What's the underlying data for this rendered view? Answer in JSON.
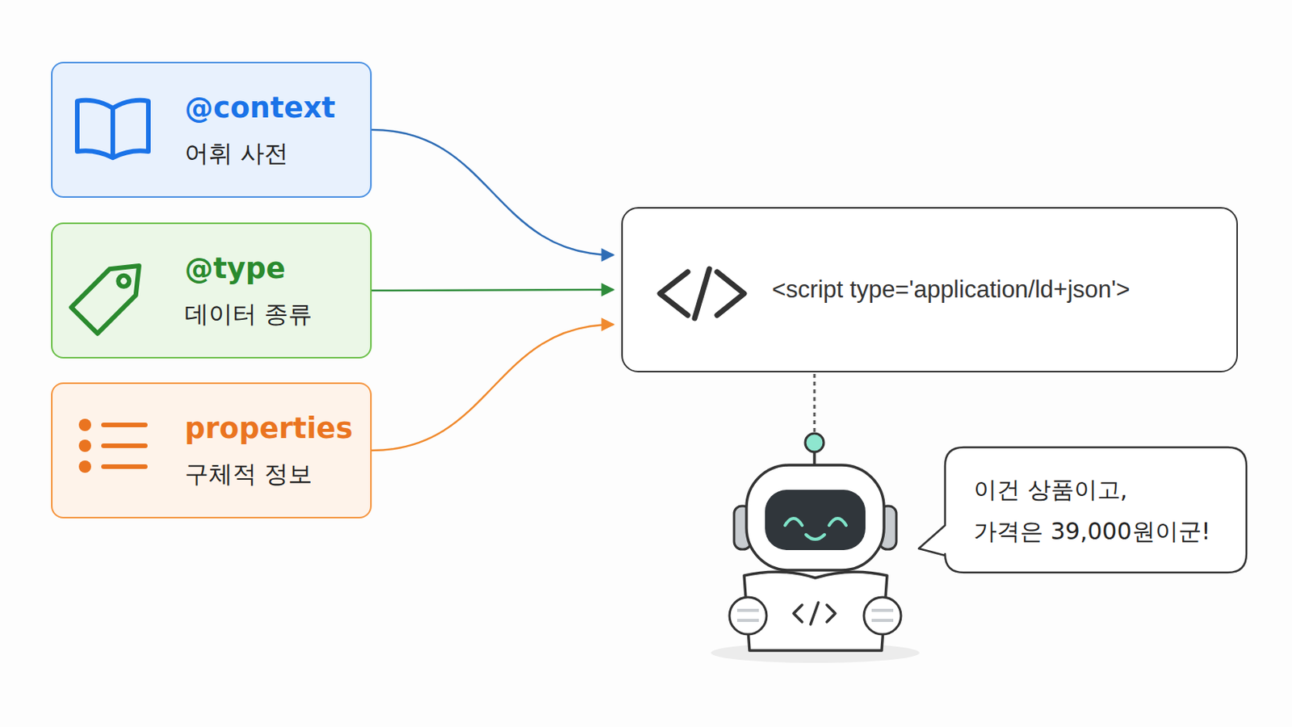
{
  "diagram": {
    "nodes": [
      {
        "text": [
          "@context",
          "어휘 사전"
        ]
      },
      {
        "text": [
          "@type",
          "데이터 종류"
        ]
      },
      {
        "text": [
          "properties",
          "구체적 정보"
        ]
      },
      {
        "text": [
          "<script type='application/ld+json'>"
        ]
      },
      {
        "text": [
          "이건 상품이고, 가격은 39,000원이군!"
        ]
      }
    ],
    "edges": [
      {
        "from": 0,
        "to": 3,
        "arrow": "to"
      },
      {
        "from": 1,
        "to": 3,
        "arrow": "to"
      },
      {
        "from": 2,
        "to": 3,
        "arrow": "to"
      }
    ]
  }
}
